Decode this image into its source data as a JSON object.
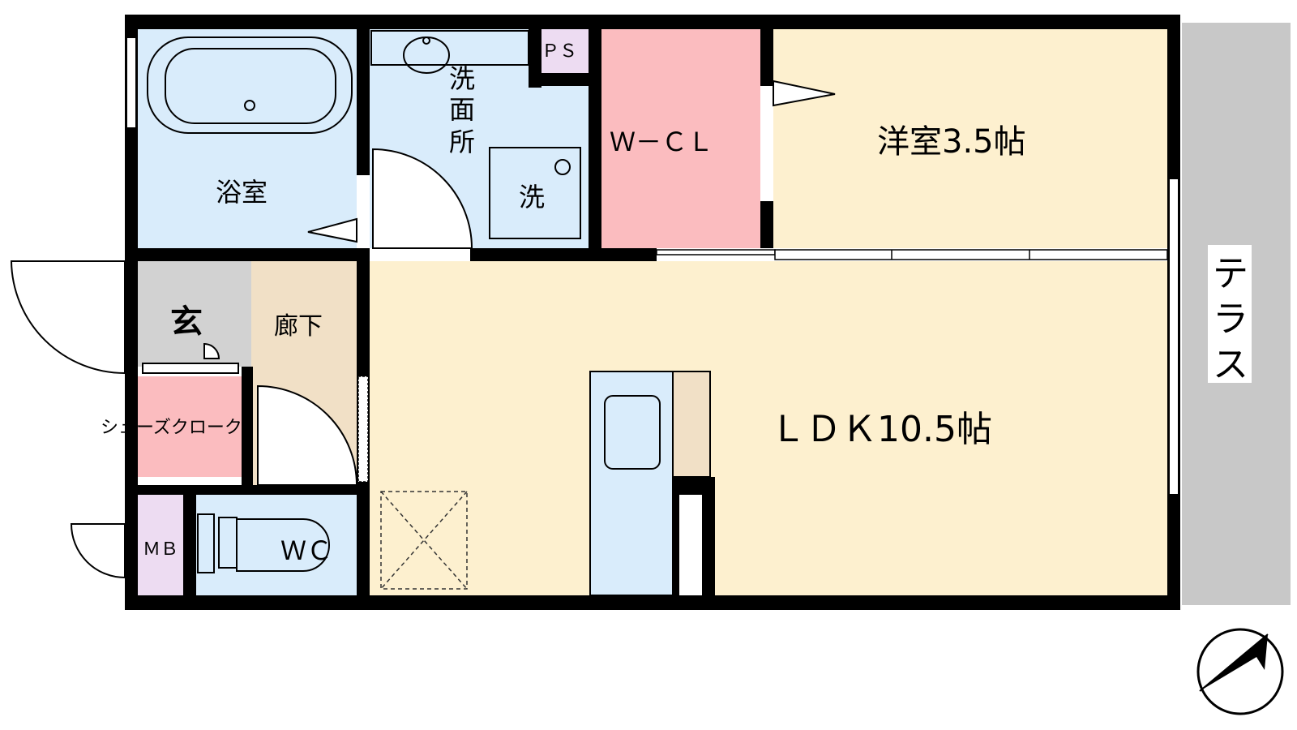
{
  "colors": {
    "living_floor": "#fdf0cf",
    "wet_area": "#d9ecfb",
    "closet": "#fbbcbf",
    "hallway": "#f1e0c6",
    "entrance": "#d2d2d2",
    "meter_box": "#eddcf2",
    "terrace": "#c8c8c8",
    "wall": "#000000"
  },
  "rooms": {
    "bath": "浴室",
    "washroom_line1": "洗",
    "washroom_line2": "面",
    "washroom_line3": "所",
    "washer": "洗",
    "ps": "ＰＳ",
    "walk_in_closet": "Ｗ－ＣＬ",
    "western_room": "洋室3.5帖",
    "entrance": "玄",
    "hallway": "廊下",
    "shoe_cloak": "シューズクローク",
    "meter_box": "ＭＢ",
    "toilet": "ＷＣ",
    "ldk": "ＬＤＫ10.5帖",
    "terrace_line1": "テ",
    "terrace_line2": "ラ",
    "terrace_line3": "ス"
  },
  "compass": {
    "symbol": "north-arrow"
  }
}
